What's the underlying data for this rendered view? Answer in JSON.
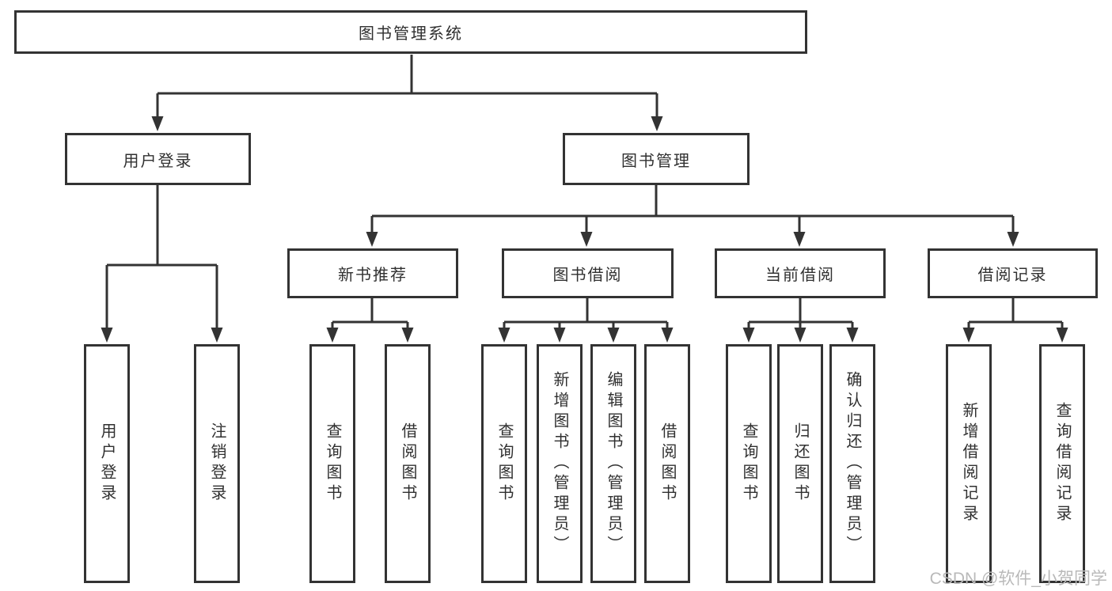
{
  "diagram": {
    "root": {
      "label": "图书管理系统"
    },
    "level2": [
      {
        "label": "用户登录"
      },
      {
        "label": "图书管理"
      }
    ],
    "level3": [
      {
        "label": "新书推荐"
      },
      {
        "label": "图书借阅"
      },
      {
        "label": "当前借阅"
      },
      {
        "label": "借阅记录"
      }
    ],
    "leaves": [
      {
        "label": "用户登录"
      },
      {
        "label": "注销登录"
      },
      {
        "label": "查询图书"
      },
      {
        "label": "借阅图书"
      },
      {
        "label": "查询图书"
      },
      {
        "label": "新增图书（管理员）"
      },
      {
        "label": "编辑图书（管理员）"
      },
      {
        "label": "借阅图书"
      },
      {
        "label": "查询图书"
      },
      {
        "label": "归还图书"
      },
      {
        "label": "确认归还（管理员）"
      },
      {
        "label": "新增借阅记录"
      },
      {
        "label": "查询借阅记录"
      }
    ]
  },
  "watermark": "CSDN @软件_小贺同学",
  "colors": {
    "line": "#333333",
    "text": "#303030",
    "watermark": "#b9b9b9",
    "background": "#ffffff"
  }
}
